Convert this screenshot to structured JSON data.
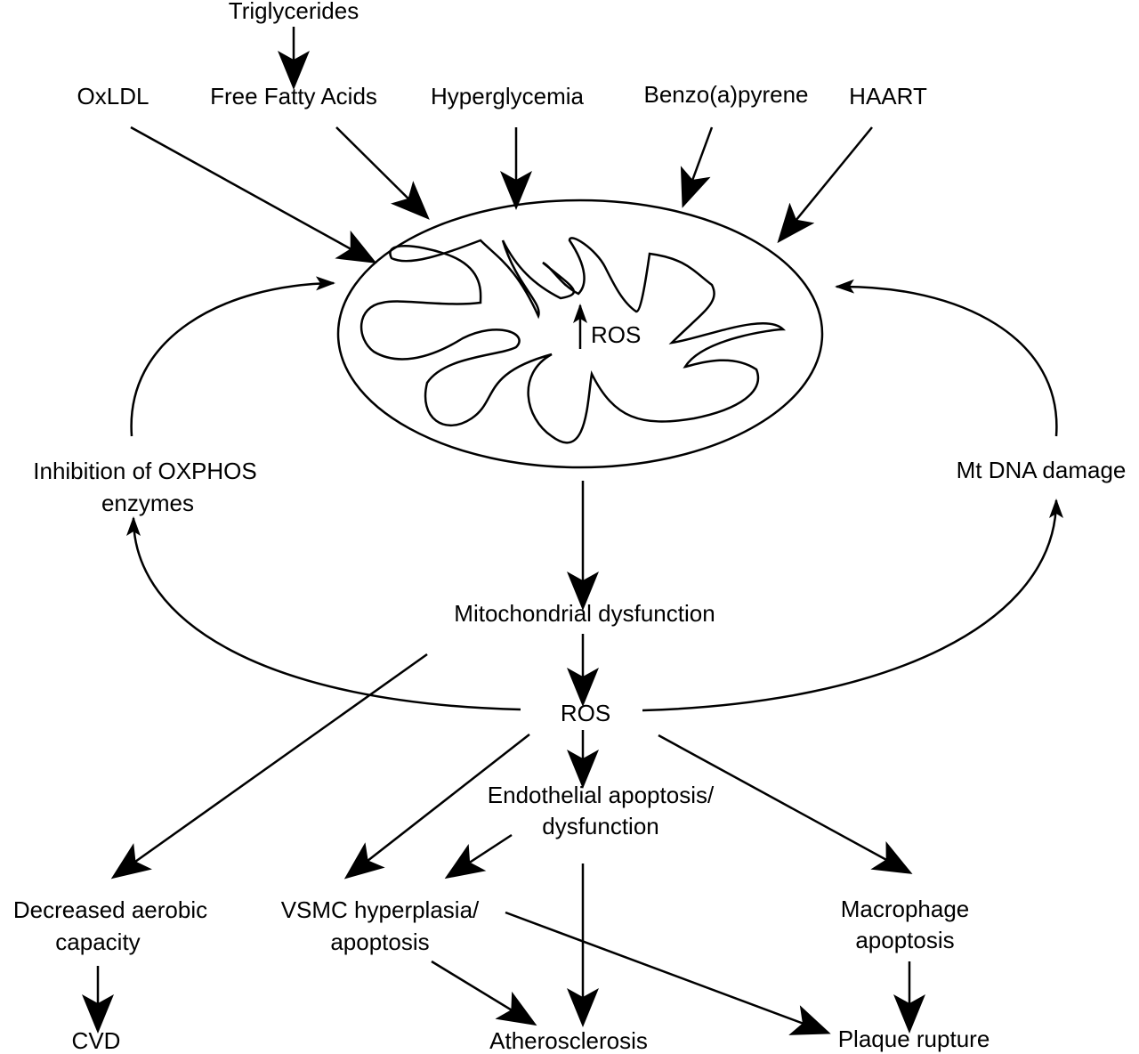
{
  "labels": {
    "triglycerides": "Triglycerides",
    "oxldl": "OxLDL",
    "ffa": "Free Fatty Acids",
    "hyperglycemia": "Hyperglycemia",
    "benzo": "Benzo(a)pyrene",
    "haart": "HAART",
    "ros_inner": "ROS",
    "inhibition_line1": "Inhibition of OXPHOS",
    "inhibition_line2": "enzymes",
    "mtdna": "Mt DNA damage",
    "mito_dysfunction": "Mitochondrial dysfunction",
    "ros": "ROS",
    "endo_line1": "Endothelial apoptosis/",
    "endo_line2": "dysfunction",
    "decreased_line1": "Decreased aerobic",
    "decreased_line2": "capacity",
    "vsmc_line1": "VSMC hyperplasia/",
    "vsmc_line2": "apoptosis",
    "macrophage_line1": "Macrophage",
    "macrophage_line2": "apoptosis",
    "cvd": "CVD",
    "atherosclerosis": "Atherosclerosis",
    "plaque": "Plaque rupture"
  },
  "colors": {
    "ink": "#000000",
    "background": "#ffffff"
  }
}
